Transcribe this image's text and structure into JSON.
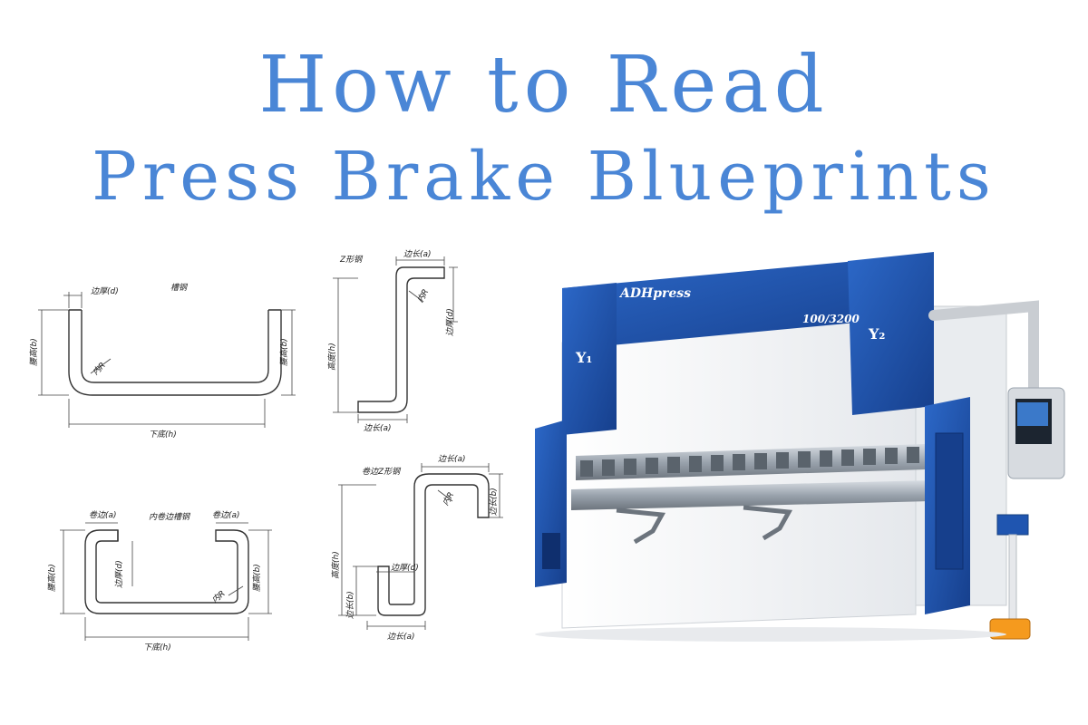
{
  "title": {
    "line1": "How to Read",
    "line2": "Press Brake Blueprints"
  },
  "drawings": {
    "channel": {
      "name": "槽钢",
      "thickness": "边厚(d)",
      "height_left": "腰高(b)",
      "height_right": "腰高(b)",
      "radius": "内R",
      "bottom": "下底(h)"
    },
    "z_section": {
      "name": "Z形钢",
      "top": "边长(a)",
      "radius": "内R",
      "thickness": "边厚(d)",
      "height": "高度(h)",
      "bottom": "边长(a)"
    },
    "lipped_channel": {
      "name": "内卷边槽钢",
      "lip_left": "卷边(a)",
      "lip_right": "卷边(a)",
      "thickness": "边厚(d)",
      "height_left": "腰高(b)",
      "height_right": "腰高(b)",
      "radius": "内R",
      "bottom": "下底(h)"
    },
    "lipped_z": {
      "name": "卷边Z形钢",
      "top": "边长(a)",
      "radius": "内R",
      "lip_right": "边长(b)",
      "height": "高度(h)",
      "thickness": "边厚(d)",
      "lip_left": "边长(b)",
      "bottom": "边长(a)"
    }
  },
  "machine": {
    "brand": "ADHpress",
    "model": "100/3200",
    "axis_left": "Y₁",
    "axis_right": "Y₂"
  },
  "colors": {
    "title": "#4a86d6",
    "machine_blue": "#1f55b0"
  }
}
